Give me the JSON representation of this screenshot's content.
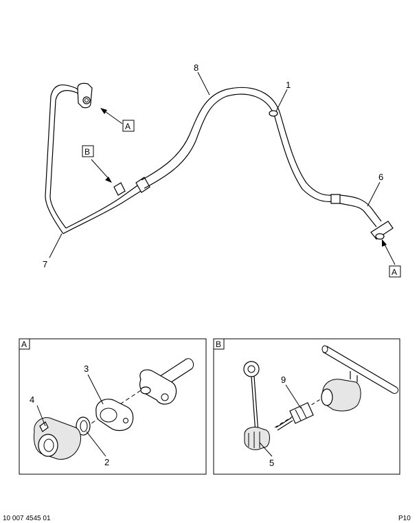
{
  "callouts": {
    "c1": "1",
    "c2": "2",
    "c3": "3",
    "c4": "4",
    "c5": "5",
    "c6": "6",
    "c7": "7",
    "c8": "8",
    "c9": "9"
  },
  "view_refs": {
    "top_a": "A",
    "bottom_a": "A",
    "top_b": "B"
  },
  "detail_panels": {
    "a_label": "A",
    "b_label": "B"
  },
  "footer": {
    "doc_number": "10 007 4545 01",
    "page_ref": "P10"
  }
}
